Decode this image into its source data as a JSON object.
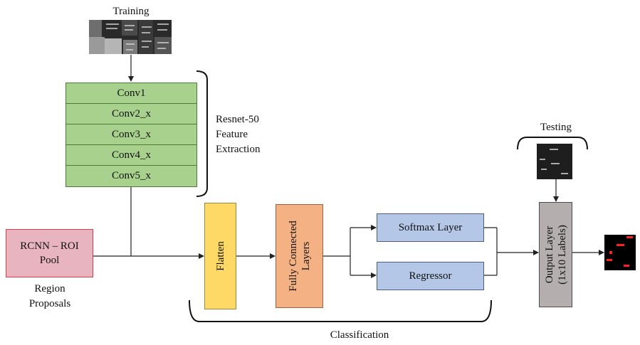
{
  "training_label": "Training",
  "resnet": {
    "layers": [
      "Conv1",
      "Conv2_x",
      "Conv3_x",
      "Conv4_x",
      "Conv5_x"
    ],
    "caption_lines": [
      "Resnet-50",
      "Feature",
      "Extraction"
    ]
  },
  "roi": {
    "lines": [
      "RCNN – ROI",
      "Pool"
    ]
  },
  "region_lines": [
    "Region",
    "Proposals"
  ],
  "flatten": "Flatten",
  "fully_connected_lines": [
    "Fully Connected",
    "Layers"
  ],
  "softmax": "Softmax Layer",
  "regressor": "Regressor",
  "classification": "Classification",
  "testing_label": "Testing",
  "output_lines": [
    "Output Layer",
    "(1x10 Labels)"
  ],
  "colors": {
    "conv_fill": "#a9d18e",
    "roi_fill": "#e8b4bf",
    "flatten_fill": "#ffd966",
    "fc_fill": "#f4b183",
    "head_fill": "#b4c7e7",
    "output_fill": "#b4aeae",
    "marker_red": "#ff2020"
  }
}
